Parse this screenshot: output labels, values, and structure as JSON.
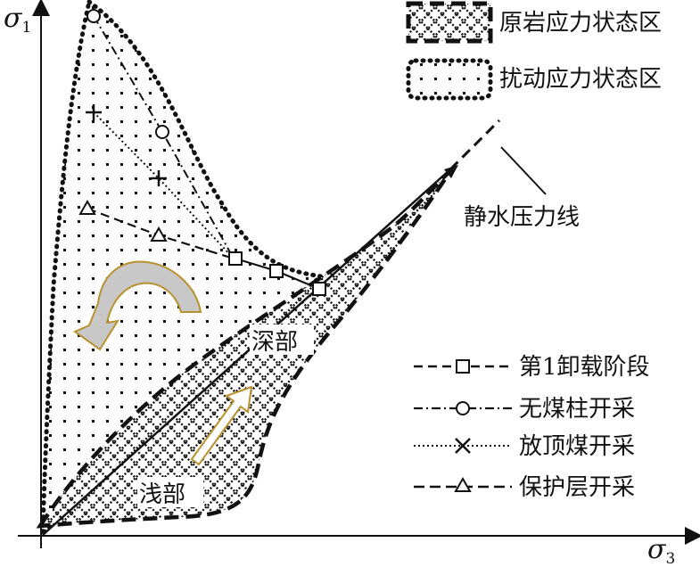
{
  "axes": {
    "x_label": "σ",
    "x_sub": "3",
    "y_label": "σ",
    "y_sub": "1"
  },
  "regions": {
    "deep_label": "深部",
    "shallow_label": "浅部",
    "static_line_label": "静水压力线"
  },
  "region_legend": [
    {
      "label": "原岩应力状态区"
    },
    {
      "label": "扰动应力状态区"
    }
  ],
  "series_legend": [
    {
      "label": "第1卸载阶段",
      "marker": "square"
    },
    {
      "label": "无煤柱开采",
      "marker": "circle"
    },
    {
      "label": "放顶煤开采",
      "marker": "cross"
    },
    {
      "label": "保护层开采",
      "marker": "triangle"
    }
  ]
}
